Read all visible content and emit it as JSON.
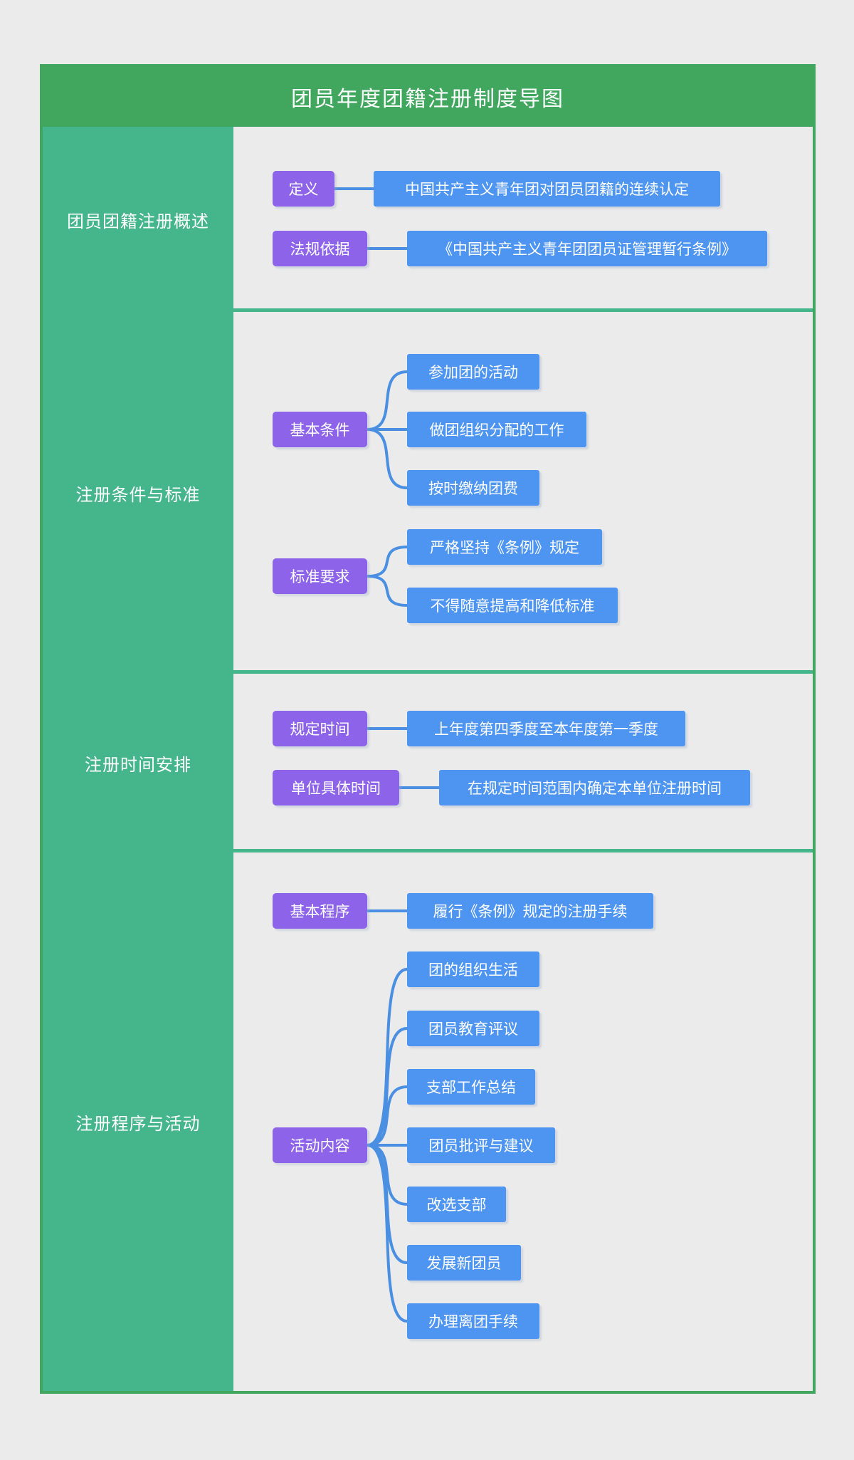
{
  "title": "团员年度团籍注册制度导图",
  "colors": {
    "header_green": "#41a75f",
    "sidebar_teal": "#45b58c",
    "parent_node_purple": "#8d64e9",
    "child_node_blue": "#4e95f2",
    "connector_blue": "#4a8fe2",
    "background_gray": "#ebebeb",
    "text_white": "#ffffff"
  },
  "sections": [
    {
      "label": "团员团籍注册概述",
      "branches": [
        {
          "parent": "定义",
          "children": [
            "中国共产主义青年团对团员团籍的连续认定"
          ]
        },
        {
          "parent": "法规依据",
          "children": [
            "《中国共产主义青年团团员证管理暂行条例》"
          ]
        }
      ]
    },
    {
      "label": "注册条件与标准",
      "branches": [
        {
          "parent": "基本条件",
          "children": [
            "参加团的活动",
            "做团组织分配的工作",
            "按时缴纳团费"
          ]
        },
        {
          "parent": "标准要求",
          "children": [
            "严格坚持《条例》规定",
            "不得随意提高和降低标准"
          ]
        }
      ]
    },
    {
      "label": "注册时间安排",
      "branches": [
        {
          "parent": "规定时间",
          "children": [
            "上年度第四季度至本年度第一季度"
          ]
        },
        {
          "parent": "单位具体时间",
          "children": [
            "在规定时间范围内确定本单位注册时间"
          ]
        }
      ]
    },
    {
      "label": "注册程序与活动",
      "branches": [
        {
          "parent": "基本程序",
          "children": [
            "履行《条例》规定的注册手续"
          ]
        },
        {
          "parent": "活动内容",
          "children": [
            "团的组织生活",
            "团员教育评议",
            "支部工作总结",
            "团员批评与建议",
            "改选支部",
            "发展新团员",
            "办理离团手续"
          ]
        }
      ]
    }
  ]
}
